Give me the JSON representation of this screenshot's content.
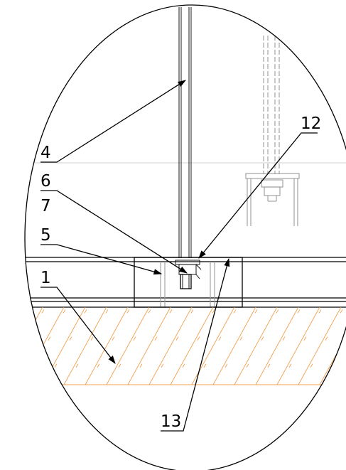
{
  "colors": {
    "hatch": "#f0a050",
    "outline": "#000000",
    "hidden": "#9a9a9a"
  },
  "labels": {
    "l4": "4",
    "l6": "6",
    "l7": "7",
    "l5": "5",
    "l1": "1",
    "l12": "12",
    "l13": "13"
  }
}
